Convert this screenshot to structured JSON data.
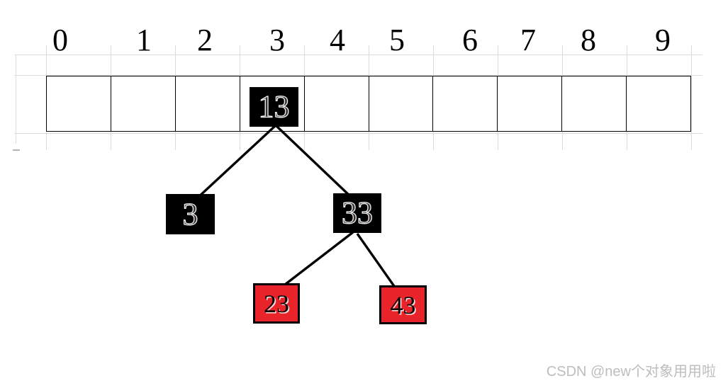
{
  "diagram": {
    "kind": "hash-table-with-red-black-tree-bucket",
    "array": {
      "indices": [
        "0",
        "1",
        "2",
        "3",
        "4",
        "5",
        "6",
        "7",
        "8",
        "9"
      ],
      "slot_count": 10,
      "occupied_slot": "3"
    },
    "tree": {
      "nodes": [
        {
          "key": "13",
          "color": "black"
        },
        {
          "key": "3",
          "color": "black"
        },
        {
          "key": "33",
          "color": "black"
        },
        {
          "key": "23",
          "color": "red"
        },
        {
          "key": "43",
          "color": "red"
        }
      ],
      "edges": [
        [
          "13",
          "3"
        ],
        [
          "13",
          "33"
        ],
        [
          "33",
          "23"
        ],
        [
          "33",
          "43"
        ]
      ]
    },
    "colors": {
      "node_black": "#000000",
      "node_red": "#e8232a",
      "edge": "#000000",
      "grid_faint": "#dcdcdc",
      "cell_border": "#000000",
      "watermark": "#bdbdbd"
    }
  },
  "watermark": {
    "text": "CSDN @new个对象用用啦"
  }
}
